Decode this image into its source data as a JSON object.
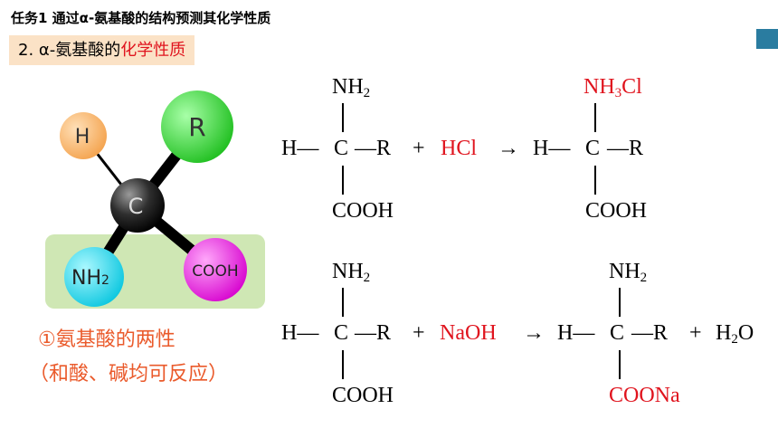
{
  "title": "任务1 通过α-氨基酸的结构预测其化学性质",
  "subtitle": {
    "prefix": "2. α-氨基酸的",
    "highlight": "化学性质"
  },
  "molecule": {
    "atoms": {
      "h": "H",
      "r": "R",
      "c": "C",
      "nh2_main": "NH",
      "nh2_sub": "2",
      "cooh": "COOH"
    },
    "colors": {
      "h": "#f9b46a",
      "r": "#3fdc3f",
      "c": "#222222",
      "nh2": "#1ee0f0",
      "cooh": "#f020e6",
      "highlight_box": "#cfe7b4"
    }
  },
  "property": {
    "line1": "①氨基酸的两性",
    "line2": "（和酸、碱均可反应）"
  },
  "reaction1": {
    "reactant": {
      "top_main": "NH",
      "top_sub": "2",
      "mid_h": "H—",
      "mid_c": "C",
      "mid_r": "—R",
      "bottom": "COOH"
    },
    "plus": "+",
    "reagent": "HCl",
    "arrow": "→",
    "product": {
      "top_main": "NH",
      "top_sub": "3",
      "top_tail": "Cl",
      "mid_h": "H—",
      "mid_c": "C",
      "mid_r": "—R",
      "bottom": "COOH"
    }
  },
  "reaction2": {
    "reactant": {
      "top_main": "NH",
      "top_sub": "2",
      "mid_h": "H—",
      "mid_c": "C",
      "mid_r": "—R",
      "bottom": "COOH"
    },
    "plus": "+",
    "reagent": "NaOH",
    "arrow": "→",
    "product": {
      "top_main": "NH",
      "top_sub": "2",
      "mid_h": "H—",
      "mid_c": "C",
      "mid_r": "—R",
      "bottom": "COONa"
    },
    "plus2": "+",
    "water_main": "H",
    "water_sub": "2",
    "water_tail": "O"
  }
}
